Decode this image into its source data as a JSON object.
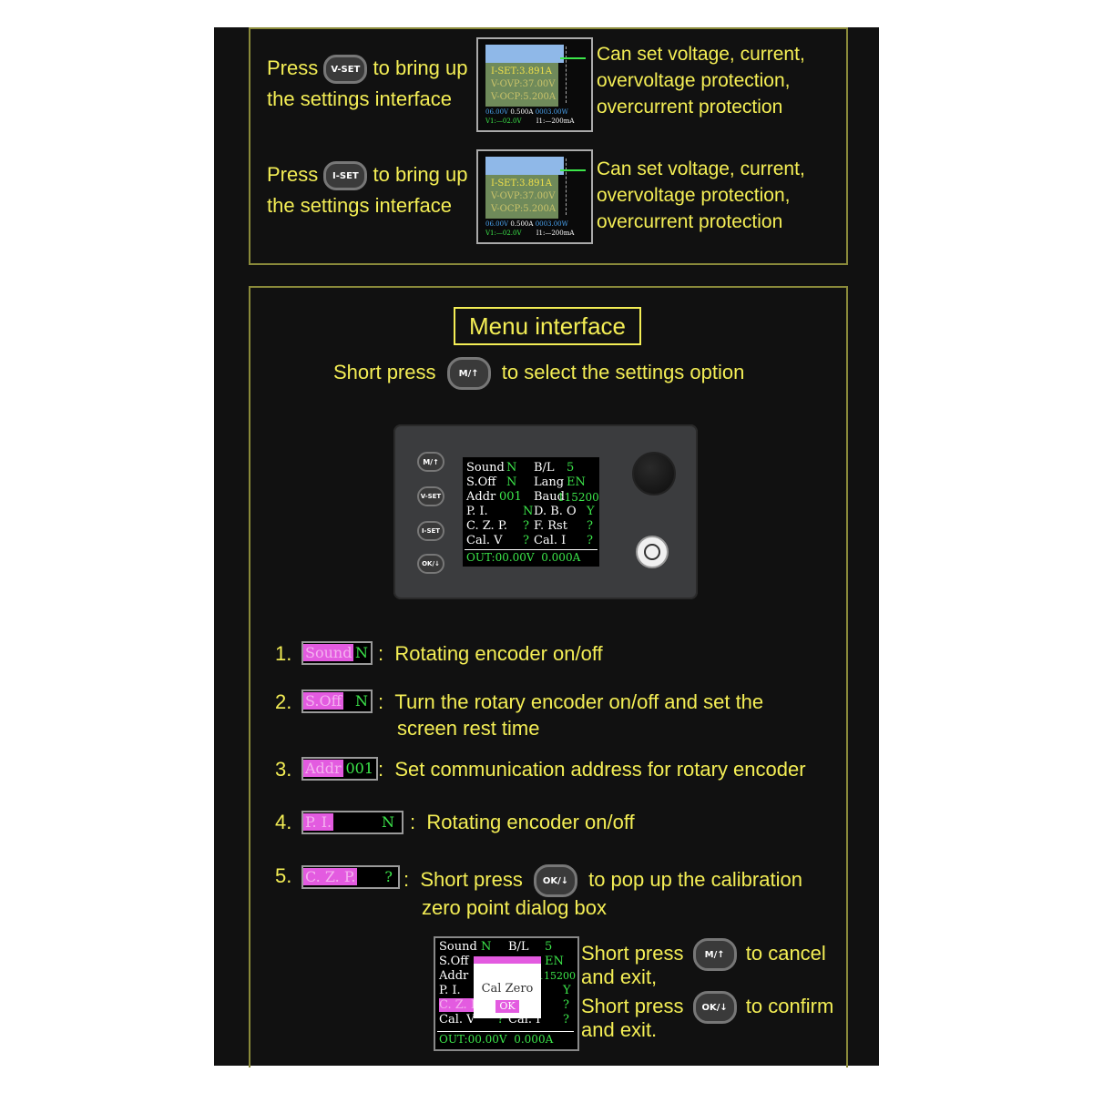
{
  "top": {
    "rows": [
      {
        "press": "Press",
        "key": "V-SET",
        "tail": "to bring up",
        "line2": "the settings interface",
        "desc": [
          "Can set voltage, current,",
          "overvoltage protection,",
          "overcurrent protection"
        ]
      },
      {
        "press": "Press",
        "key": "I-SET",
        "tail": "to bring up",
        "line2": "the settings interface",
        "desc": [
          "Can set voltage, current,",
          "overvoltage protection,",
          "overcurrent protection"
        ]
      }
    ],
    "mini_screen": {
      "rows": [
        "I-SET:3.891A",
        "V-OVP:37.00V",
        "V-OCP:5.200A"
      ],
      "foot1": [
        "06.00V",
        "0.500A",
        "0003.00W"
      ],
      "foot2": [
        "V1:—02.0V",
        "I1:—200mA"
      ]
    }
  },
  "menu": {
    "title": "Menu interface",
    "short_press": "Short press",
    "key": "M/↑",
    "select": "to select the settings option",
    "device": {
      "buttons": [
        "M/↑",
        "V-SET",
        "I-SET",
        "OK/↓"
      ],
      "lcd_rows": [
        [
          "Sound",
          "N",
          "B/L",
          "5"
        ],
        [
          "S.Off",
          "N",
          "Lang",
          "EN"
        ],
        [
          "Addr",
          "001",
          "Baud",
          "115200"
        ],
        [
          "P. I.",
          "N",
          "D. B. O",
          "Y"
        ],
        [
          "C. Z. P.",
          "?",
          "F. Rst",
          "?"
        ],
        [
          "Cal. V",
          "?",
          "Cal. I",
          "?"
        ]
      ],
      "out": "OUT:00.00V  0.000A"
    },
    "items": [
      {
        "num": "1.",
        "tag": "Sound",
        "val": "N",
        "text": "Rotating encoder on/off"
      },
      {
        "num": "2.",
        "tag": "S.Off",
        "val": "N",
        "text": "Turn the rotary encoder on/off and set the",
        "text2": "screen rest time"
      },
      {
        "num": "3.",
        "tag": "Addr",
        "val": "001",
        "text": "Set communication address for rotary encoder"
      },
      {
        "num": "4.",
        "tag": "P. I.",
        "val": "N",
        "text": "Rotating encoder on/off"
      },
      {
        "num": "5.",
        "tag": "C. Z. P.",
        "val": "?",
        "text_a": "Short press",
        "key": "OK/↓",
        "text_b": "to pop up the calibration",
        "text2": "zero point dialog box"
      }
    ],
    "dialog": {
      "title": "Cal Zero",
      "ok": "OK",
      "side": {
        "l1a": "Short press",
        "l1key": "M/↑",
        "l1b": "to cancel",
        "l2": "and exit,",
        "l3a": "Short press",
        "l3key": "OK/↓",
        "l3b": "to confirm",
        "l4": "and exit."
      }
    }
  }
}
